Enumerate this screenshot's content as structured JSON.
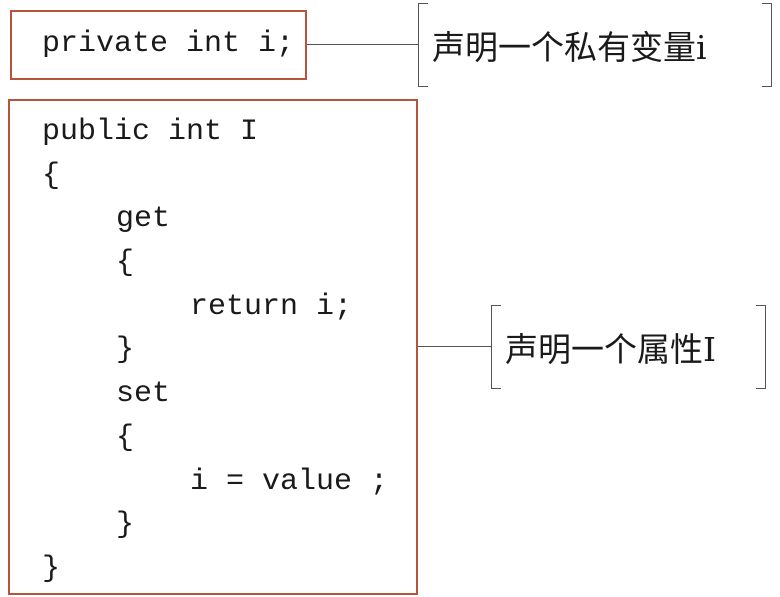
{
  "code_blocks": {
    "field": {
      "line": "private int i;"
    },
    "property": {
      "lines": [
        "public int I",
        "{",
        "get",
        "{",
        "return i;",
        "}",
        "set",
        "{",
        "i = value ;",
        "}",
        "}"
      ]
    }
  },
  "callouts": {
    "field_note": "声明一个私有变量i",
    "property_note": "声明一个属性I"
  },
  "colors": {
    "box_border": "#b5533c",
    "connector": "#555555",
    "text": "#1a1a1a"
  }
}
